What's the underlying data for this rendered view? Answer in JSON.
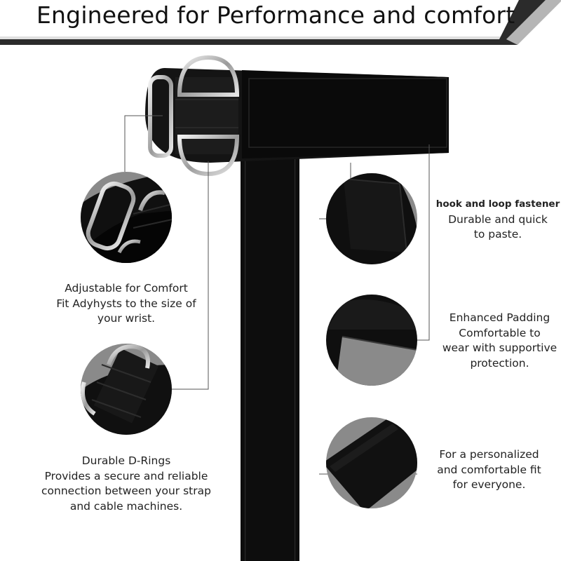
{
  "headline": "Engineered for Performance and comfort",
  "features": {
    "adjustable": {
      "title": "Adjustable for Comfort",
      "lines": [
        "Fit Adyhysts to the size of",
        "your wrist."
      ]
    },
    "drings": {
      "title": "Durable D-Rings",
      "lines": [
        "Provides a secure and reliable",
        "connection between your strap",
        "and cable machines."
      ]
    },
    "hook_loop": {
      "title": "hook and loop fastener",
      "lines": [
        "Durable and quick",
        "to paste."
      ]
    },
    "padding": {
      "title": "Enhanced Padding",
      "lines": [
        "Comfortable to",
        "wear with supportive",
        "protection."
      ]
    },
    "fit": {
      "lines": [
        "For a personalized",
        "and comfortable fit",
        "for everyone."
      ]
    }
  },
  "colors": {
    "banner_bar": "#2b2b2b",
    "strap": "#0d0d0d",
    "ring": "#c8c8c8",
    "leader_line": "#555555"
  }
}
